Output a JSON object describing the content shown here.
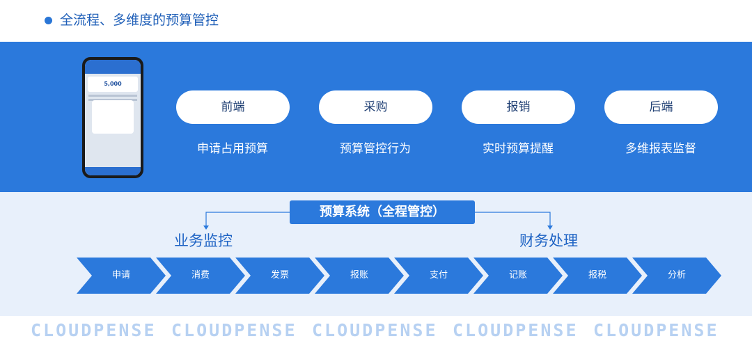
{
  "header": {
    "title": "全流程、多维度的预算管控"
  },
  "channels": [
    {
      "label": "前端",
      "caption": "申请占用预算"
    },
    {
      "label": "采购",
      "caption": "预算管控行为"
    },
    {
      "label": "报销",
      "caption": "实时预算提醒"
    },
    {
      "label": "后端",
      "caption": "多维报表监督"
    }
  ],
  "phone": {
    "amount": "5,000"
  },
  "system": {
    "title": "预算系统（全程管控）"
  },
  "branches": {
    "left": "业务监控",
    "right": "财务处理"
  },
  "steps": [
    "申请",
    "消费",
    "发票",
    "报账",
    "支付",
    "记账",
    "报税",
    "分析"
  ],
  "brand": {
    "wordmark": "CLOUDPENSE"
  },
  "colors": {
    "primary": "#2b79dc",
    "light": "#e8f0fb",
    "brand_text": "#b7d1f2"
  }
}
